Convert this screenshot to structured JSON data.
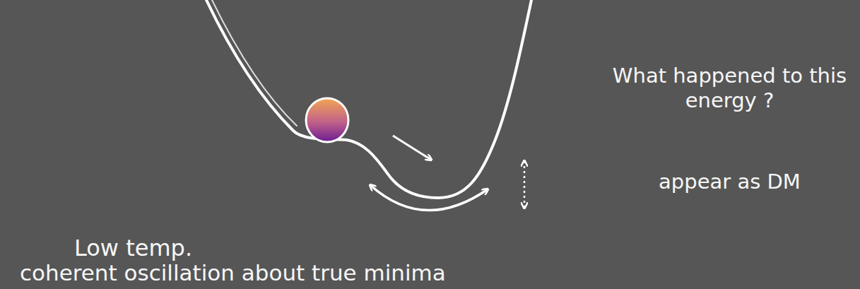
{
  "diagram": {
    "labels": [
      "What happened to this energy ?",
      "appear as DM",
      "Low temp.",
      "coherent oscillation about true minima"
    ]
  }
}
